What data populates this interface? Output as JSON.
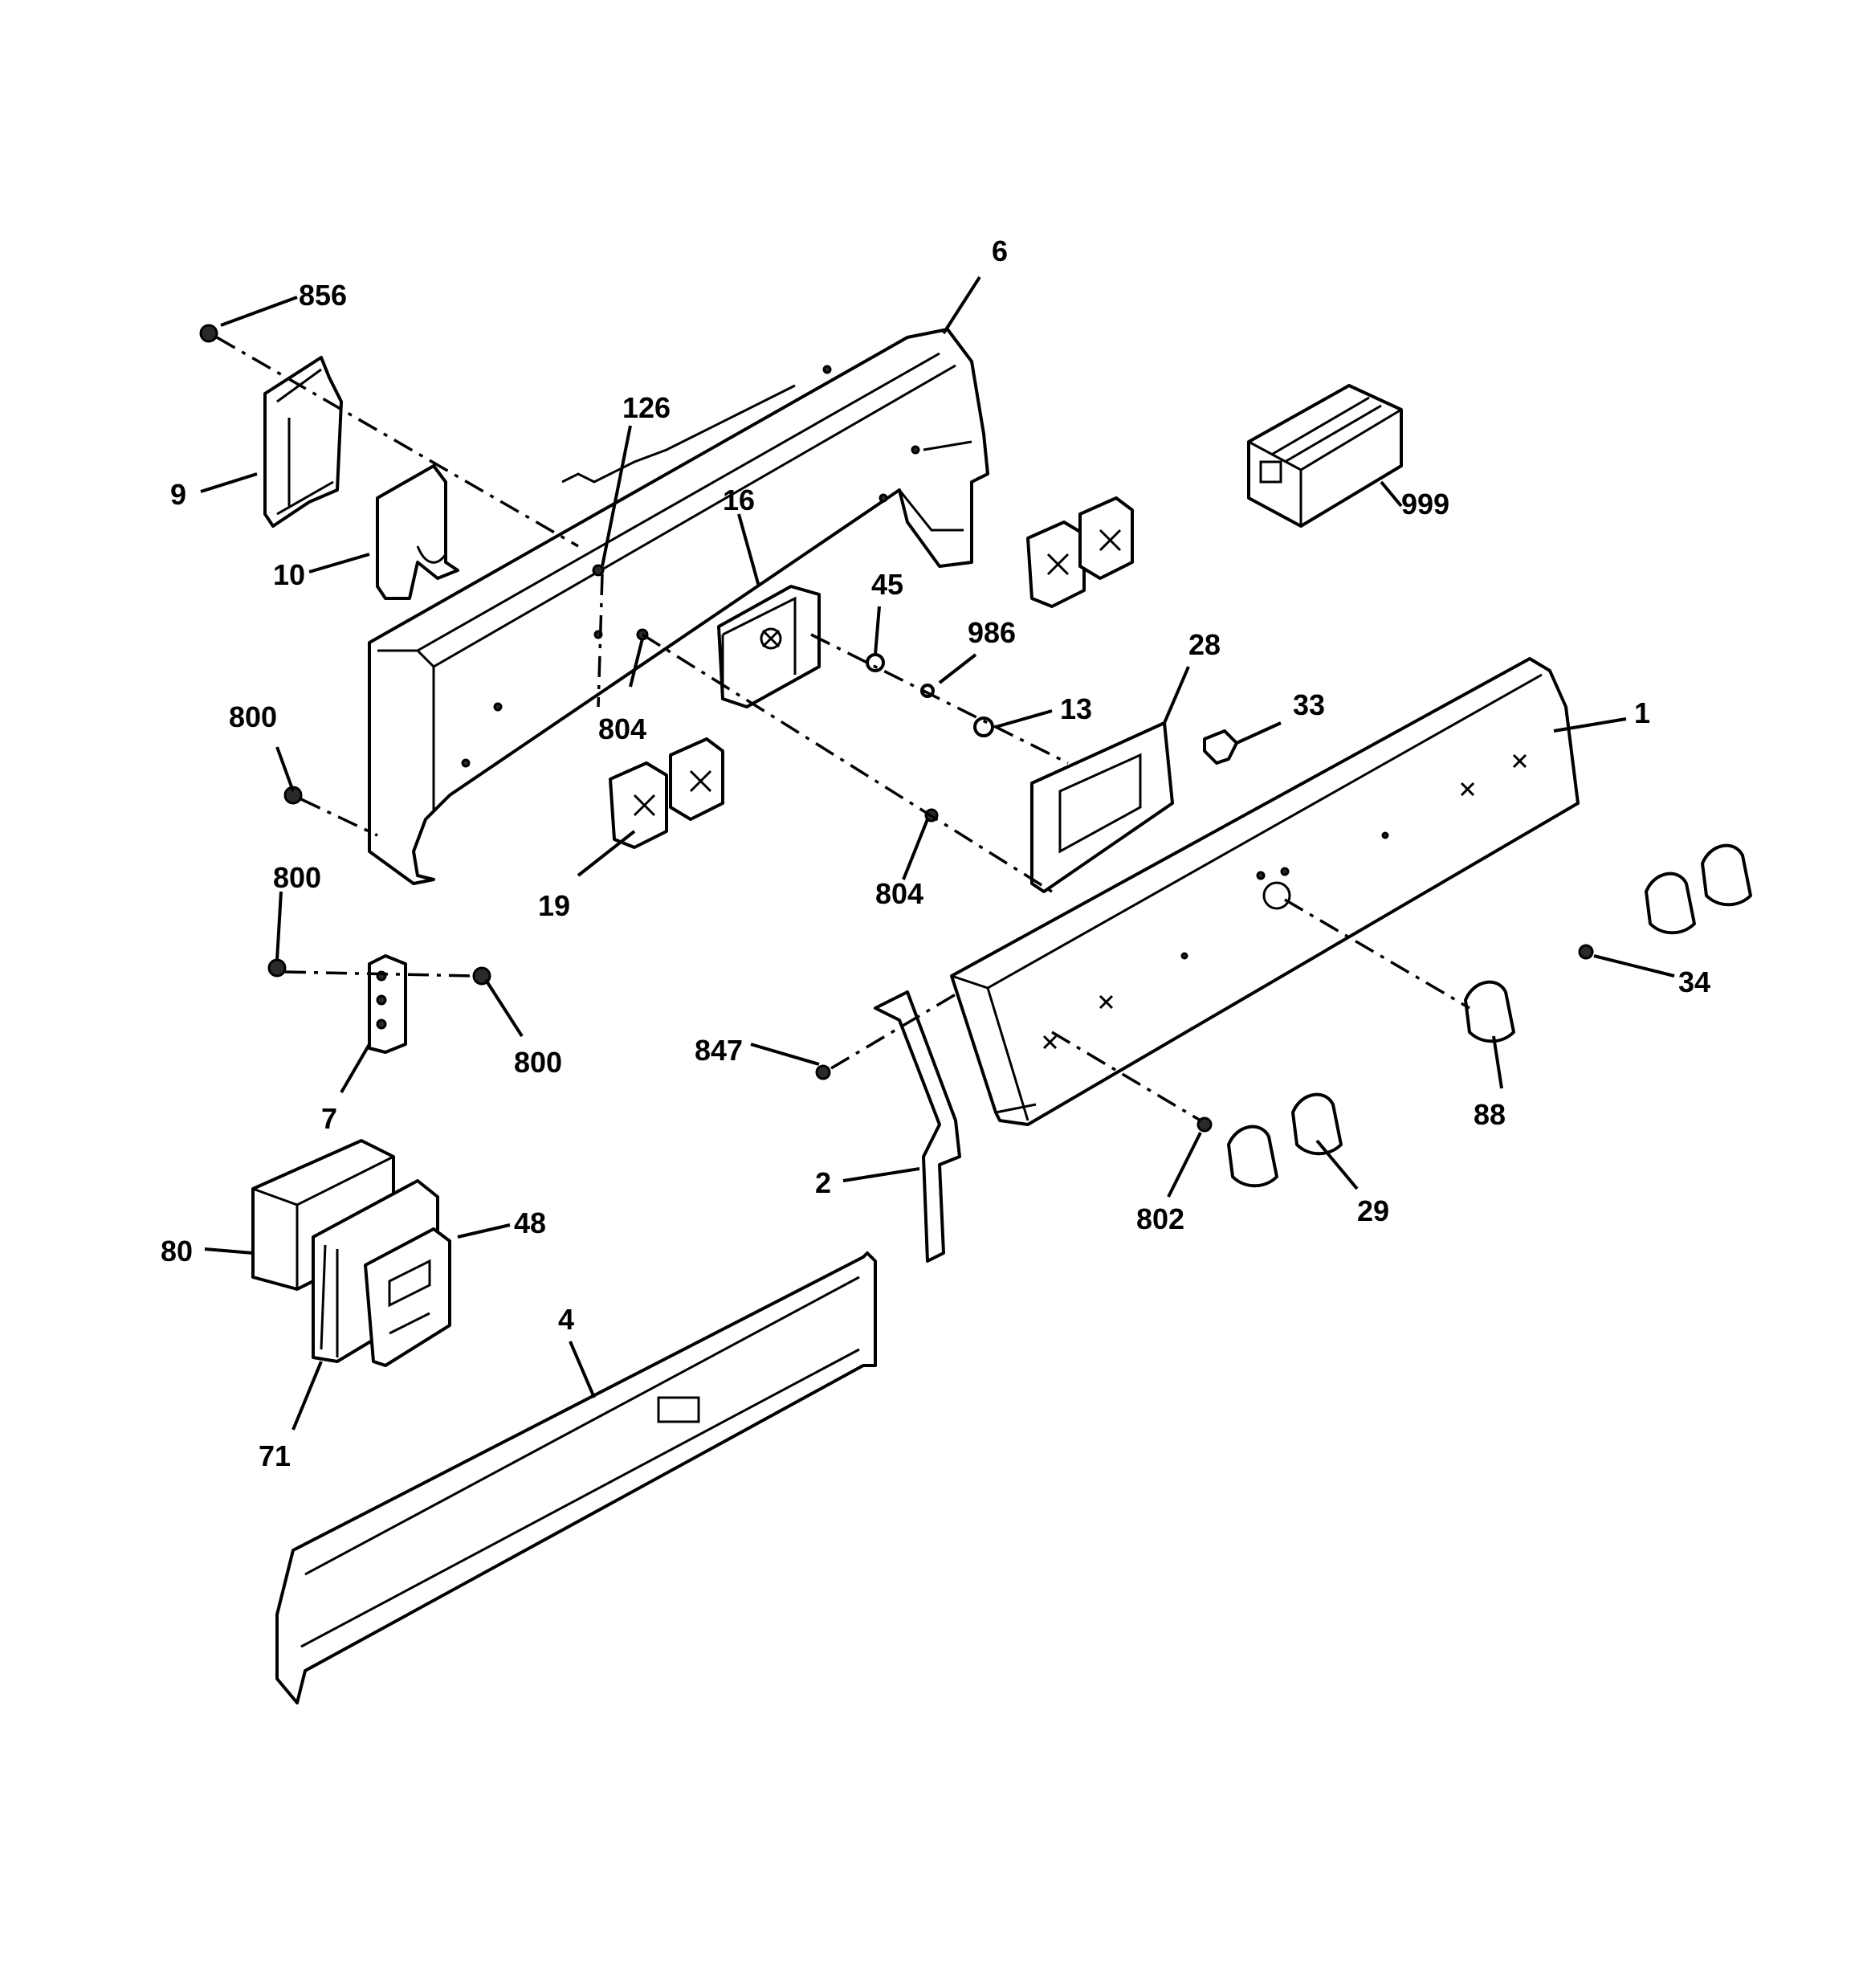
{
  "diagram": {
    "callouts": [
      {
        "id": "c856",
        "label": "856"
      },
      {
        "id": "c6",
        "label": "6"
      },
      {
        "id": "c126",
        "label": "126"
      },
      {
        "id": "c9",
        "label": "9"
      },
      {
        "id": "c10",
        "label": "10"
      },
      {
        "id": "c16",
        "label": "16"
      },
      {
        "id": "c45",
        "label": "45"
      },
      {
        "id": "c986",
        "label": "986"
      },
      {
        "id": "c999",
        "label": "999"
      },
      {
        "id": "c28",
        "label": "28"
      },
      {
        "id": "c800a",
        "label": "800"
      },
      {
        "id": "c804a",
        "label": "804"
      },
      {
        "id": "c13",
        "label": "13"
      },
      {
        "id": "c33",
        "label": "33"
      },
      {
        "id": "c1",
        "label": "1"
      },
      {
        "id": "c19",
        "label": "19"
      },
      {
        "id": "c804b",
        "label": "804"
      },
      {
        "id": "c800b",
        "label": "800"
      },
      {
        "id": "c800c",
        "label": "800"
      },
      {
        "id": "c7",
        "label": "7"
      },
      {
        "id": "c847",
        "label": "847"
      },
      {
        "id": "c34",
        "label": "34"
      },
      {
        "id": "c88",
        "label": "88"
      },
      {
        "id": "c2",
        "label": "2"
      },
      {
        "id": "c802",
        "label": "802"
      },
      {
        "id": "c29",
        "label": "29"
      },
      {
        "id": "c80",
        "label": "80"
      },
      {
        "id": "c48",
        "label": "48"
      },
      {
        "id": "c4",
        "label": "4"
      },
      {
        "id": "c71",
        "label": "71"
      }
    ]
  }
}
